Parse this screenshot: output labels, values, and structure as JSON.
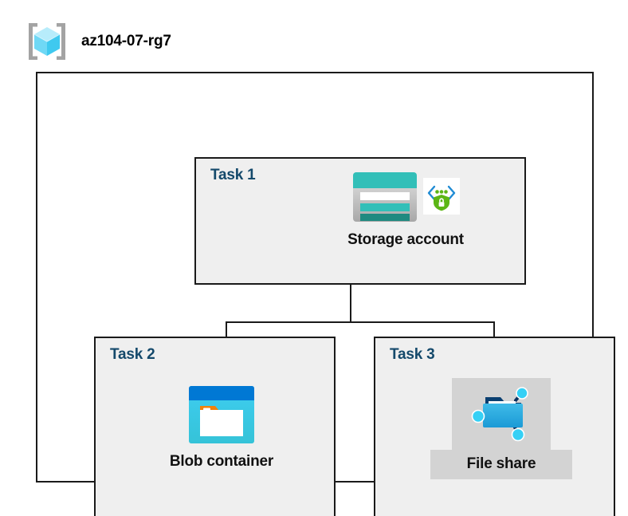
{
  "diagram": {
    "type": "azure-architecture-diagram",
    "resource_group": {
      "name": "az104-07-rg7",
      "icon": "resource-group-cube-icon"
    },
    "tasks": [
      {
        "id": "task-1",
        "label": "Task 1",
        "node_label": "Storage account",
        "icons": [
          "storage-account-icon",
          "storage-security-shield-icon"
        ],
        "highlighted": false
      },
      {
        "id": "task-2",
        "label": "Task 2",
        "node_label": "Blob container",
        "icons": [
          "blob-container-icon"
        ],
        "highlighted": false
      },
      {
        "id": "task-3",
        "label": "Task 3",
        "node_label": "File share",
        "icons": [
          "file-share-icon"
        ],
        "highlighted": true
      }
    ],
    "connections": [
      {
        "from": "Storage account",
        "to": "Blob container"
      },
      {
        "from": "Storage account",
        "to": "File share"
      }
    ],
    "colors": {
      "task_label": "#14496b",
      "node_label": "#111111",
      "box_fill": "#efefef",
      "container_fill": "#ffffff",
      "border": "#1a1a1a",
      "highlight_fill": "#d3d3d3",
      "storage_teal": "#32bfb8",
      "storage_teal_dark": "#1f8a80",
      "blob_blue": "#0078d4",
      "blob_cyan": "#32c5f0",
      "blob_orange": "#f2820a",
      "shield_green": "#5cb615",
      "cube_cyan": "#9fe7fa",
      "bracket_gray": "#a0a0a0"
    }
  }
}
